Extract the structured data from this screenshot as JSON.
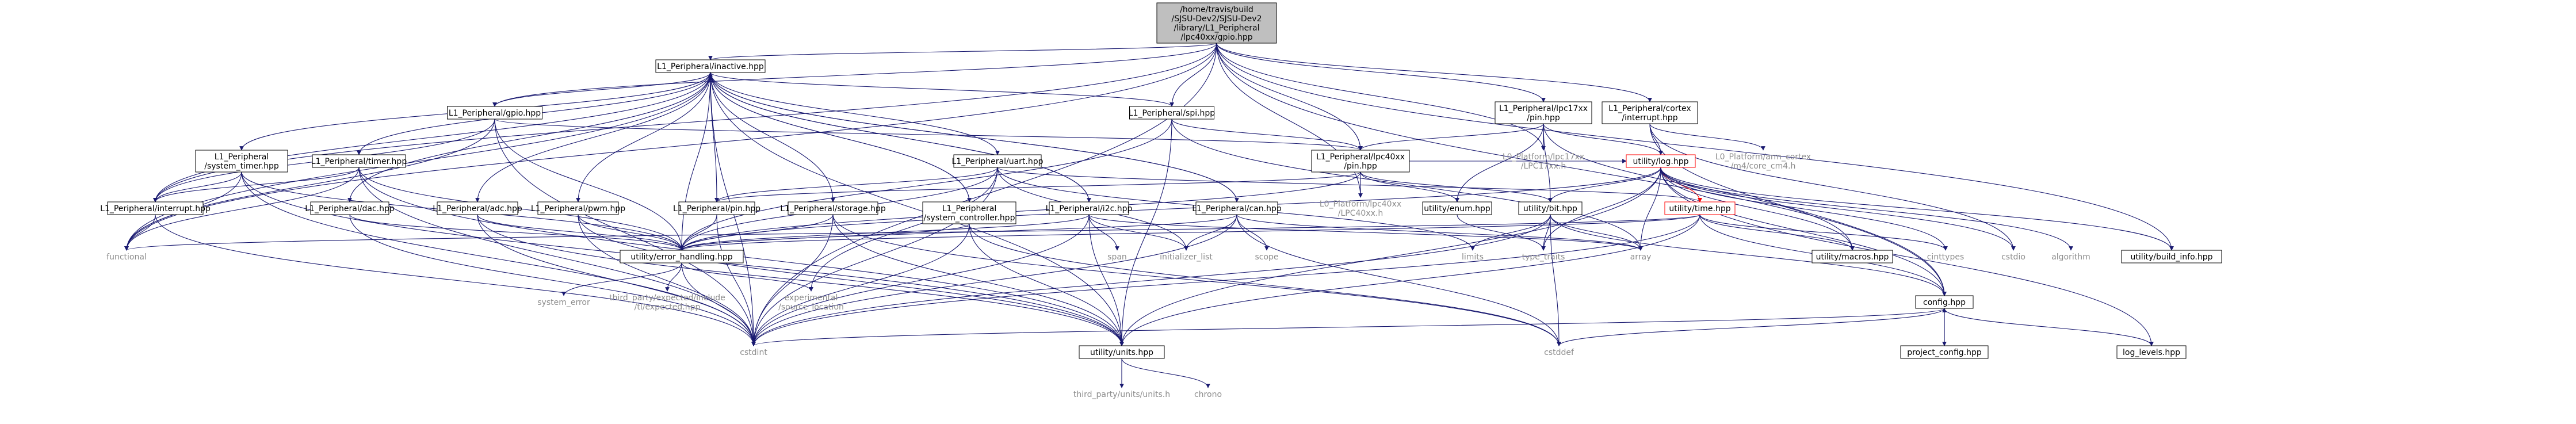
{
  "colors": {
    "edge": "#191970",
    "highlight": "#ff0000",
    "root_fill": "#bfbfbf",
    "external_text": "#8c8c8c"
  },
  "nodes": {
    "root": "/home/travis/build/SJSU-Dev2/SJSU-Dev2/library/L1_Peripheral/lpc40xx/gpio.hpp",
    "inactive": "L1_Peripheral/inactive.hpp",
    "gpio": "L1_Peripheral/gpio.hpp",
    "spi": "L1_Peripheral/spi.hpp",
    "lpc17xx_pin": "L1_Peripheral/lpc17xx/pin.hpp",
    "cortex_interrupt": "L1_Peripheral/cortex/interrupt.hpp",
    "system_timer": "L1_Peripheral/system_timer.hpp",
    "timer": "L1_Peripheral/timer.hpp",
    "lpc40xx_pin": "L1_Peripheral/lpc40xx/pin.hpp",
    "uart": "L1_Peripheral/uart.hpp",
    "lpc17xx_h": "L0_Platform/lpc17xx/LPC17xx.h",
    "arm_cortex": "L0_Platform/arm_cortex/m4/core_cm4.h",
    "log": "utility/log.hpp",
    "interrupt": "L1_Peripheral/interrupt.hpp",
    "dac": "L1_Peripheral/dac.hpp",
    "adc": "L1_Peripheral/adc.hpp",
    "pwm": "L1_Peripheral/pwm.hpp",
    "pin": "L1_Peripheral/pin.hpp",
    "storage": "L1_Peripheral/storage.hpp",
    "system_controller": "L1_Peripheral/system_controller.hpp",
    "i2c": "L1_Peripheral/i2c.hpp",
    "can": "L1_Peripheral/can.hpp",
    "lpc40xx_h": "L0_Platform/lpc40xx/LPC40xx.h",
    "enum": "utility/enum.hpp",
    "bit": "utility/bit.hpp",
    "time": "utility/time.hpp",
    "functional": "functional",
    "error_handling": "utility/error_handling.hpp",
    "span": "span",
    "initializer_list": "initializer_list",
    "scope": "scope",
    "limits": "limits",
    "type_traits": "type_traits",
    "array": "array",
    "macros": "utility/macros.hpp",
    "cinttypes": "cinttypes",
    "cstdio": "cstdio",
    "algorithm": "algorithm",
    "build_info": "utility/build_info.hpp",
    "system_error": "system_error",
    "expected": "third_party/expected/include/tl/expected.hpp",
    "source_location": "experimental/source_location",
    "config": "config.hpp",
    "cstdint": "cstdint",
    "cstddef": "cstddef",
    "project_config": "project_config.hpp",
    "log_levels": "log_levels.hpp",
    "units": "utility/units.hpp",
    "units_h": "third_party/units/units.h",
    "chrono": "chrono"
  }
}
